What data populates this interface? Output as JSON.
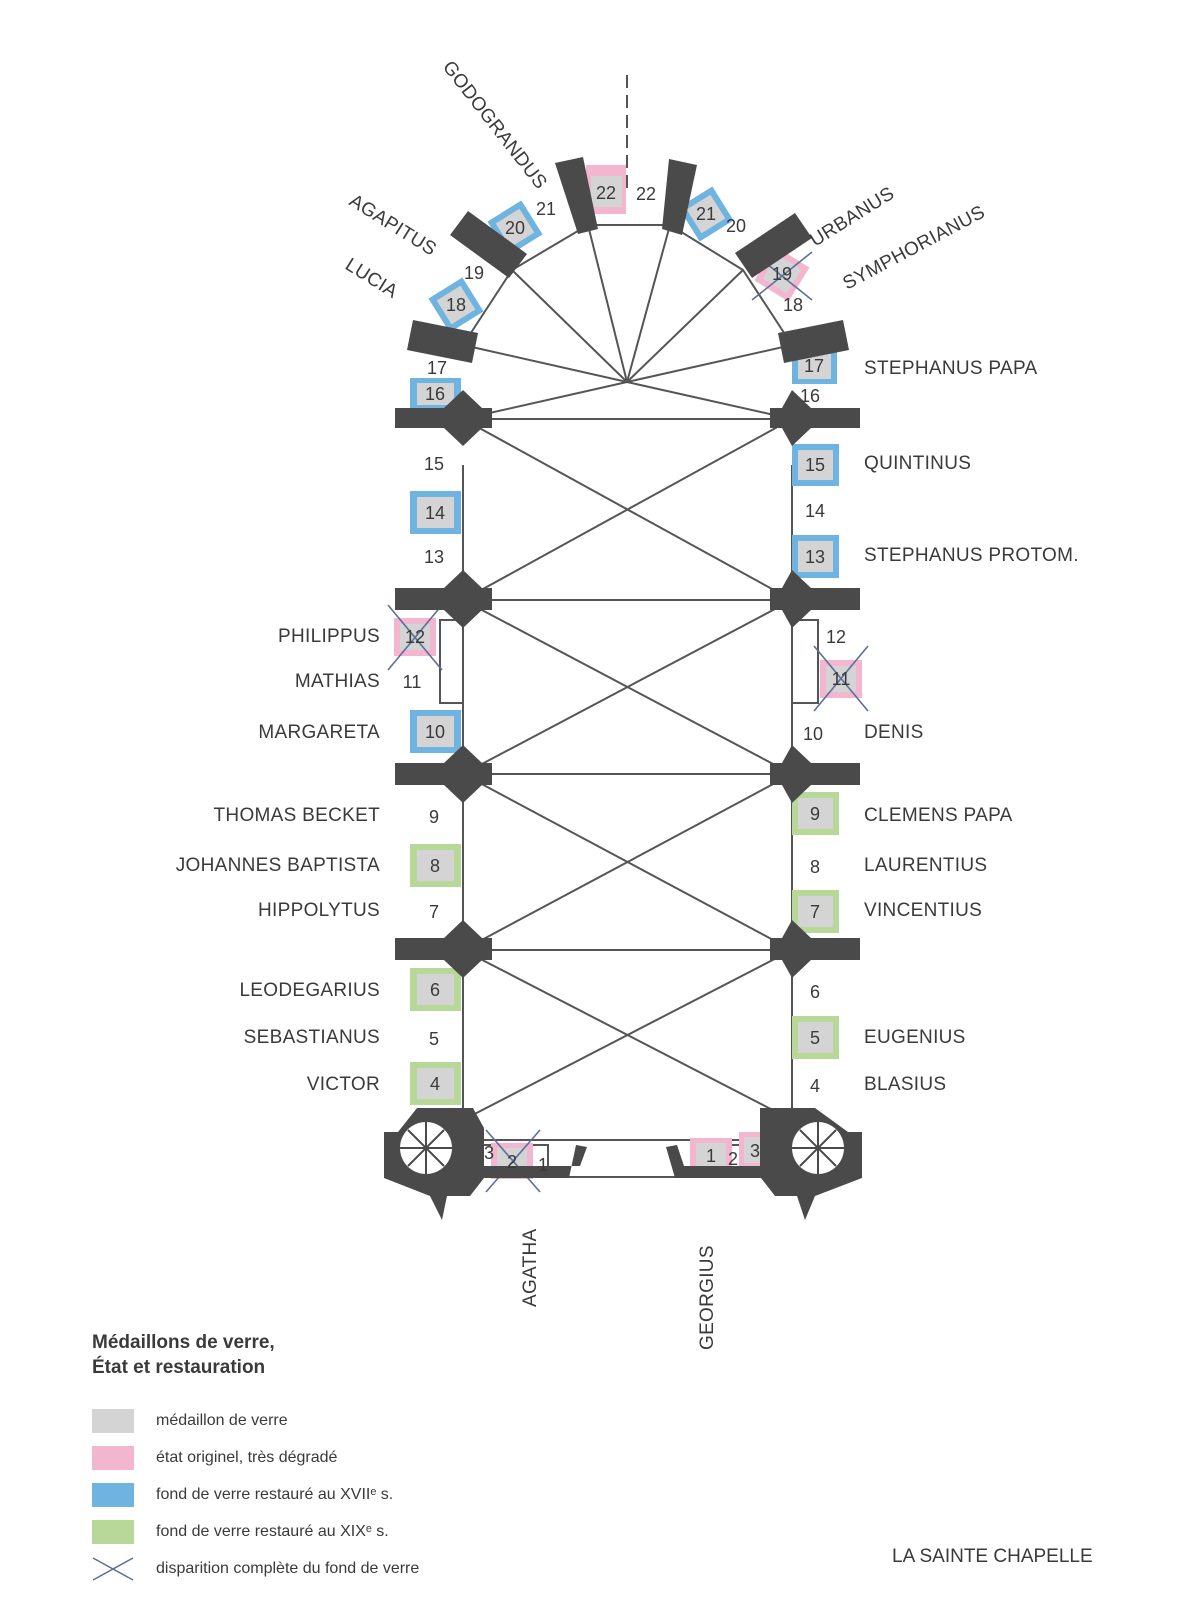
{
  "legend": {
    "title_line1": "Médaillons de verre,",
    "title_line2": "État et restauration",
    "items": [
      {
        "label": "médaillon de verre",
        "color": "#d4d4d4"
      },
      {
        "label": "état originel, très dégradé",
        "color": "#f2b6cf"
      },
      {
        "label": "fond de verre restauré au XVIIᵉ s.",
        "color": "#6fb3e0"
      },
      {
        "label": "fond de verre restauré au XIXᵉ s.",
        "color": "#b8d89a"
      },
      {
        "label": "disparition complète du fond de verre",
        "icon": "cross-icon"
      }
    ]
  },
  "chapel_title": "LA SAINTE CHAPELLE",
  "colors": {
    "wall": "#4a4a4a",
    "line": "#555555",
    "medallion": "#d4d4d4",
    "pink": "#f2b6cf",
    "blue": "#6fb3e0",
    "green": "#b8d89a"
  },
  "medallions": [
    {
      "id": "m-22",
      "number": "22",
      "state": "pink"
    },
    {
      "id": "m-21-right",
      "number": "21",
      "state": "blue"
    },
    {
      "id": "m-20-left",
      "number": "20",
      "state": "blue"
    },
    {
      "id": "m-19-right",
      "number": "19",
      "state": "pink",
      "crossed": true
    },
    {
      "id": "m-18-left",
      "number": "18",
      "state": "blue"
    },
    {
      "id": "m-17-right",
      "number": "17",
      "state": "blue"
    },
    {
      "id": "m-16-left",
      "number": "16",
      "state": "blue"
    },
    {
      "id": "m-15-right",
      "number": "15",
      "state": "blue"
    },
    {
      "id": "m-14-left",
      "number": "14",
      "state": "blue"
    },
    {
      "id": "m-13-right",
      "number": "13",
      "state": "blue"
    },
    {
      "id": "m-12-left",
      "number": "12",
      "state": "pink",
      "crossed": true
    },
    {
      "id": "m-11-right",
      "number": "11",
      "state": "pink",
      "crossed": true
    },
    {
      "id": "m-10-left",
      "number": "10",
      "state": "blue"
    },
    {
      "id": "m-9-right",
      "number": "9",
      "state": "green"
    },
    {
      "id": "m-8-left",
      "number": "8",
      "state": "green"
    },
    {
      "id": "m-7-right",
      "number": "7",
      "state": "green"
    },
    {
      "id": "m-6-left",
      "number": "6",
      "state": "green"
    },
    {
      "id": "m-5-right",
      "number": "5",
      "state": "green"
    },
    {
      "id": "m-4-left",
      "number": "4",
      "state": "green"
    },
    {
      "id": "m-2-left",
      "number": "2",
      "state": "pink",
      "crossed": true
    },
    {
      "id": "m-3-left",
      "number": "3",
      "state": "none"
    },
    {
      "id": "m-1-right",
      "number": "1",
      "state": "pink"
    },
    {
      "id": "m-3-right",
      "number": "3",
      "state": "pink"
    }
  ],
  "bay_numbers": [
    "22",
    "21",
    "20",
    "19",
    "18",
    "17",
    "16",
    "15",
    "14",
    "13",
    "12",
    "11",
    "10",
    "9",
    "8",
    "7",
    "6",
    "5",
    "4",
    "3",
    "2",
    "1"
  ],
  "saints": {
    "godograndus": "GODOGRANDUS",
    "agapitus": "AGAPITUS",
    "lucia": "LUCIA",
    "urbanus": "URBANUS",
    "symphorianus": "SYMPHORIANUS",
    "stephanus_papa": "STEPHANUS PAPA",
    "quintinus": "QUINTINUS",
    "stephanus_protom": "STEPHANUS PROTOM.",
    "philippus": "PHILIPPUS",
    "mathias": "MATHIAS",
    "margareta": "MARGARETA",
    "denis": "DENIS",
    "thomas_becket": "THOMAS BECKET",
    "clemens_papa": "CLEMENS PAPA",
    "johannes_baptista": "JOHANNES BAPTISTA",
    "laurentius": "LAURENTIUS",
    "hippolytus": "HIPPOLYTUS",
    "vincentius": "VINCENTIUS",
    "leodegarius": "LEODEGARIUS",
    "sebastianus": "SEBASTIANUS",
    "eugenius": "EUGENIUS",
    "victor": "VICTOR",
    "blasius": "BLASIUS",
    "agatha": "AGATHA",
    "georgius": "GEORGIUS"
  }
}
